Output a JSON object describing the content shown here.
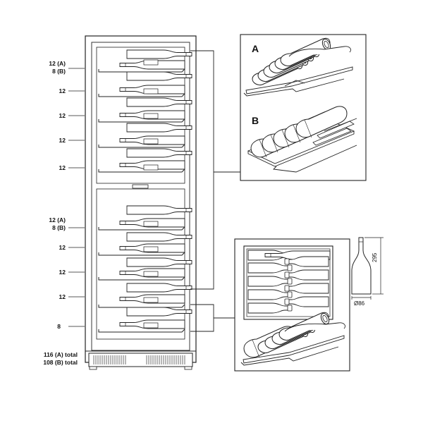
{
  "labels": {
    "upper_1_a": "12 (A)",
    "upper_1_b": "8 (B)",
    "upper_2": "12",
    "upper_3": "12",
    "upper_4": "12",
    "upper_5": "12",
    "lower_1_a": "12 (A)",
    "lower_1_b": "8 (B)",
    "lower_2": "12",
    "lower_3": "12",
    "lower_4": "12",
    "lower_5": "8"
  },
  "totals": {
    "a": "116 (A) total",
    "b": "108 (B) total"
  },
  "panels": {
    "a": "A",
    "b": "B"
  },
  "bottle": {
    "height": "295",
    "diameter": "Ø86"
  }
}
